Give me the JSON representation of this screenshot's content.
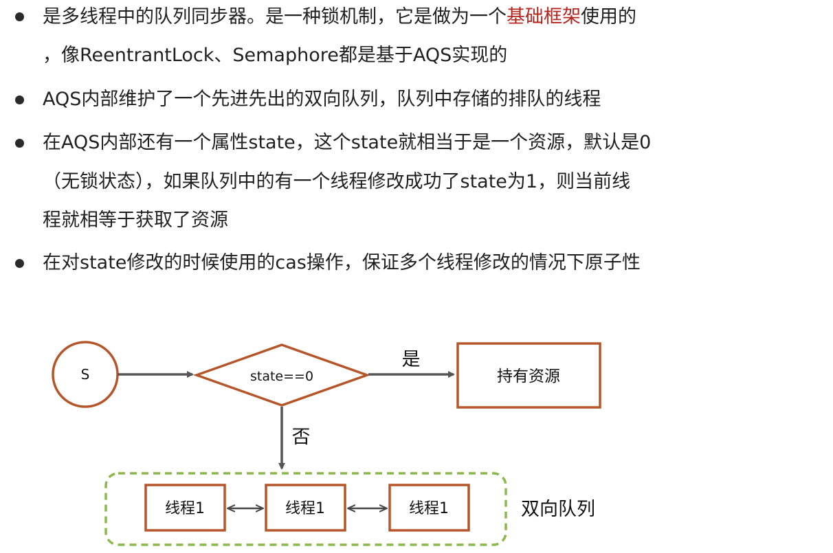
{
  "bullets": [
    {
      "lines": [
        {
          "pre": "是多线程中的队列同步器。是一种锁机制，它是做为一个",
          "highlight": "基础框架",
          "post": "使用的"
        },
        {
          "pre": "，像ReentrantLock、Semaphore都是基于AQS实现的",
          "highlight": "",
          "post": ""
        }
      ]
    },
    {
      "lines": [
        {
          "pre": "AQS内部维护了一个先进先出的双向队列，队列中存储的排队的线程",
          "highlight": "",
          "post": ""
        }
      ]
    },
    {
      "lines": [
        {
          "pre": "在AQS内部还有一个属性state，这个state就相当于是一个资源，默认是0",
          "highlight": "",
          "post": ""
        },
        {
          "pre": "（无锁状态），如果队列中的有一个线程修改成功了state为1，则当前线",
          "highlight": "",
          "post": ""
        },
        {
          "pre": "程就相等于获取了资源",
          "highlight": "",
          "post": ""
        }
      ]
    },
    {
      "lines": [
        {
          "pre": "在对state修改的时候使用的cas操作，保证多个线程修改的情况下原子性",
          "highlight": "",
          "post": ""
        }
      ]
    }
  ],
  "diagram": {
    "start_label": "S",
    "decision_label": "state==0",
    "yes_label": "是",
    "no_label": "否",
    "result_label": "持有资源",
    "queue_label": "双向队列",
    "queue_nodes": [
      "线程1",
      "线程1",
      "线程1"
    ]
  },
  "colors": {
    "node_border": "#b5562a",
    "arrow": "#555555",
    "queue_border": "#8bb84a",
    "highlight_text": "#b3261e"
  }
}
